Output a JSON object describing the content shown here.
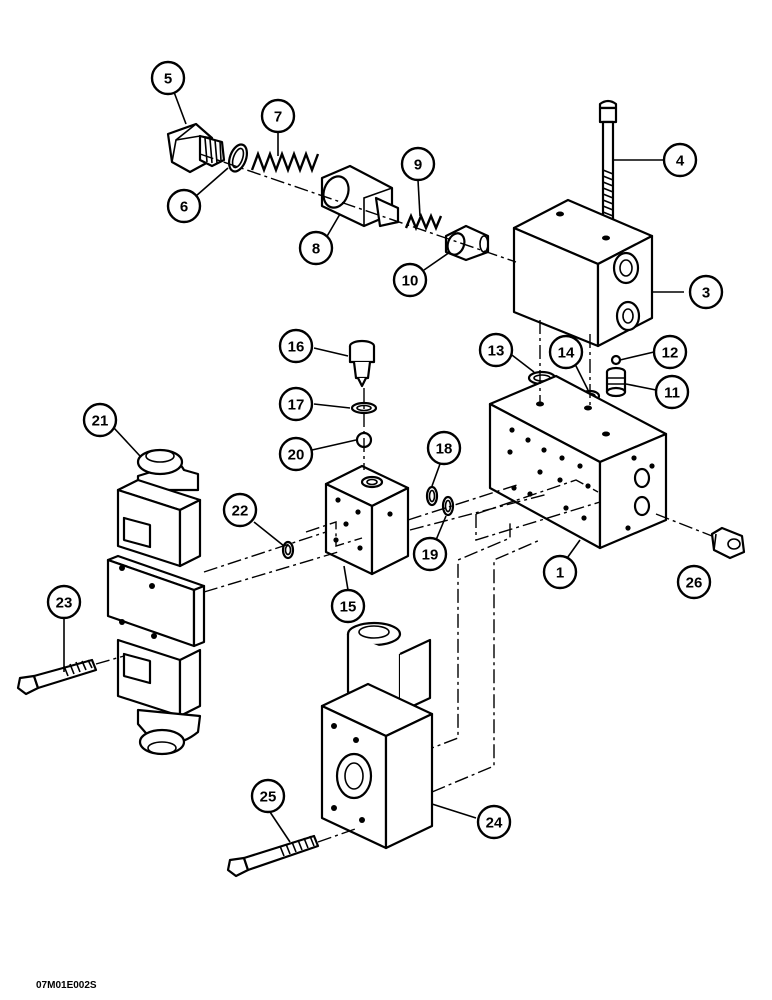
{
  "figure": {
    "reference_code": "07M01E002S",
    "callouts": [
      {
        "label": "1",
        "part": "manifold-block"
      },
      {
        "label": "3",
        "part": "valve-body"
      },
      {
        "label": "4",
        "part": "cap-screw"
      },
      {
        "label": "5",
        "part": "plug"
      },
      {
        "label": "6",
        "part": "o-ring"
      },
      {
        "label": "7",
        "part": "spring"
      },
      {
        "label": "8",
        "part": "spool"
      },
      {
        "label": "9",
        "part": "spring"
      },
      {
        "label": "10",
        "part": "piston"
      },
      {
        "label": "11",
        "part": "restrictor"
      },
      {
        "label": "12",
        "part": "ball"
      },
      {
        "label": "13",
        "part": "o-ring"
      },
      {
        "label": "14",
        "part": "o-ring"
      },
      {
        "label": "15",
        "part": "adapter-block"
      },
      {
        "label": "16",
        "part": "check-valve"
      },
      {
        "label": "17",
        "part": "o-ring"
      },
      {
        "label": "18",
        "part": "o-ring"
      },
      {
        "label": "19",
        "part": "o-ring"
      },
      {
        "label": "20",
        "part": "ball"
      },
      {
        "label": "21",
        "part": "solenoid-valve"
      },
      {
        "label": "22",
        "part": "o-ring"
      },
      {
        "label": "23",
        "part": "cap-screw"
      },
      {
        "label": "24",
        "part": "valve-block"
      },
      {
        "label": "25",
        "part": "cap-screw"
      },
      {
        "label": "26",
        "part": "plug"
      }
    ]
  }
}
